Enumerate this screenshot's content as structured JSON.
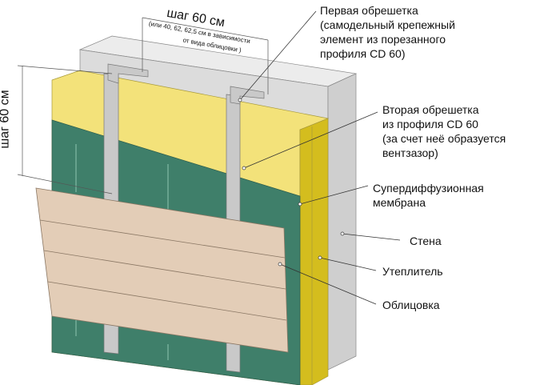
{
  "dimension_top": {
    "main": "шаг 60 см",
    "note_line1": "(или 40, 62, 62,5 см в зависимости",
    "note_line2": "от вида облицовки )"
  },
  "dimension_left": {
    "main": "шаг 60 см"
  },
  "labels": [
    {
      "id": "first-lathing",
      "lines": [
        "Первая обрешетка",
        "(самодельный крепежный",
        "элемент из порезанного",
        "профиля CD 60)"
      ]
    },
    {
      "id": "second-lathing",
      "lines": [
        "Вторая обрешетка",
        "из профиля CD 60",
        "(за счет неё образуется",
        "вентзазор)"
      ]
    },
    {
      "id": "membrane",
      "lines": [
        "Супердиффузионная",
        "мембрана"
      ]
    },
    {
      "id": "wall",
      "lines": [
        "Стена"
      ]
    },
    {
      "id": "insulation",
      "lines": [
        "Утеплитель"
      ]
    },
    {
      "id": "cladding",
      "lines": [
        "Облицовка"
      ]
    }
  ],
  "colors": {
    "wall": "#d9d9d9",
    "insulation": "#f3e27a",
    "membrane": "#3f7f6a",
    "cladding": "#e3cdb7",
    "profile": "#c9c9c9"
  }
}
